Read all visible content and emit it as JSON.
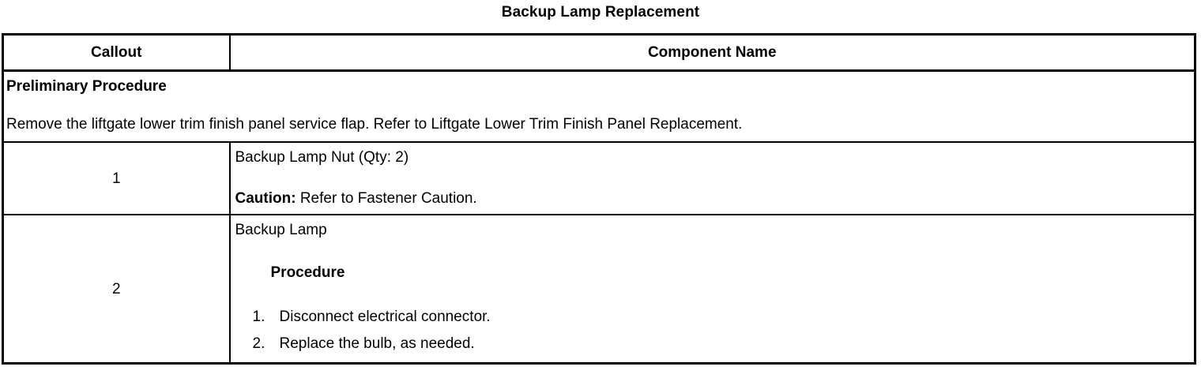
{
  "document": {
    "title": "Backup Lamp Replacement"
  },
  "table": {
    "headers": {
      "callout": "Callout",
      "component": "Component Name"
    },
    "preliminary": {
      "heading": "Preliminary Procedure",
      "text": "Remove the liftgate lower trim finish panel service flap. Refer to Liftgate Lower Trim Finish Panel Replacement."
    },
    "rows": [
      {
        "callout": "1",
        "component": "Backup Lamp Nut (Qty: 2)",
        "note_label": "Caution:",
        "note_text": " Refer to Fastener Caution."
      },
      {
        "callout": "2",
        "component": "Backup Lamp",
        "sub_heading": "Procedure",
        "steps": [
          {
            "num": "1.",
            "text": "Disconnect electrical connector."
          },
          {
            "num": "2.",
            "text": "Replace the bulb, as needed."
          }
        ]
      }
    ]
  }
}
